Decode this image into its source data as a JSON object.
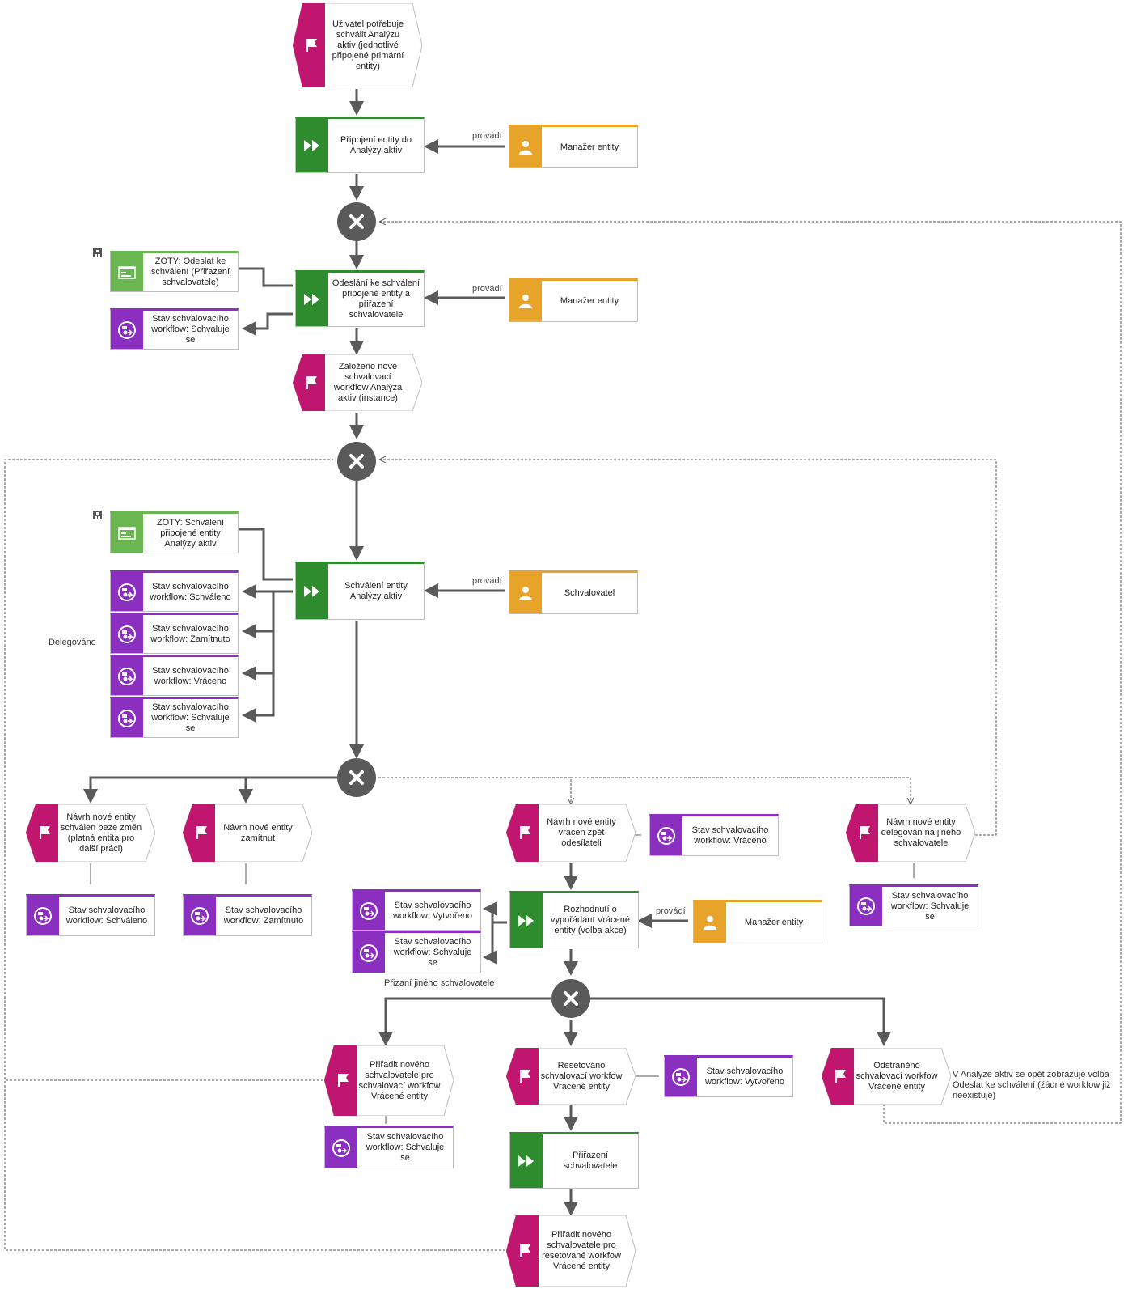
{
  "events": {
    "e1": "Uživatel potřebuje schválit Analýzu aktiv (jednotlivé připojené primární entity)",
    "e2": "Založeno nové schvalovací workflow Analýza aktiv (instance)",
    "e3": "Návrh nové entity schválen beze změn (platná entita pro další práci)",
    "e4": "Návrh nové entity zamítnut",
    "e5": "Návrh nové entity vrácen zpět odesílateli",
    "e6": "Návrh nové entity delegován na jiného schvalovatele",
    "e7": "Přiřadit nového schvalovatele pro schvalovací workfow Vrácené entity",
    "e8": "Resetováno schvalovací workfow Vrácené entity",
    "e9": "Odstraněno schvalovací workfow Vrácené entity",
    "e10": "Přiřadit nového schvalovatele pro resetované workfow Vrácené entity"
  },
  "functions": {
    "f1": "Připojení entity do Analýzy aktiv",
    "f2": "Odeslání ke schválení připojené entity a přiřazení schvalovatele",
    "f3": "Schválení entity Analýzy aktiv",
    "f4": "Rozhodnutí o vypořádání Vrácené entity (volba akce)",
    "f5": "Přiřazení schvalovatele"
  },
  "roles": {
    "r1": "Manažer entity",
    "r2": "Manažer entity",
    "r3": "Schvalovatel",
    "r4": "Manažer entity"
  },
  "screens": {
    "s1": "ZOTY: Odeslat ke schválení (Přiřazení schvalovatele)",
    "s2": "ZOTY: Schválení připojené entity Analýzy aktiv"
  },
  "states": {
    "st1": "Stav schvalovacího workflow: Schvaluje se",
    "st2": "Stav schvalovacího workflow: Schváleno",
    "st3": "Stav schvalovacího workflow: Zamítnuto",
    "st4": "Stav schvalovacího workflow: Vráceno",
    "st5": "Stav schvalovacího workflow: Schvaluje se",
    "st6": "Stav schvalovacího workflow: Schváleno",
    "st7": "Stav schvalovacího workflow: Zamítnuto",
    "st8": "Stav schvalovacího workflow: Vráceno",
    "st9": "Stav schvalovacího workflow: Schvaluje se",
    "st10": "Stav schvalovacího workflow: Vytvořeno",
    "st11": "Stav schvalovacího workflow: Schvaluje se",
    "st12": "Stav schvalovacího workflow: Schvaluje se",
    "st13": "Stav schvalovacího workflow: Vytvořeno"
  },
  "connector_labels": {
    "c1": "provádí",
    "c2": "provádí",
    "c3": "provádí",
    "c4": "provádí"
  },
  "notes": {
    "delegated": "Delegováno",
    "assign_other": "Přizaní jiného schvalovatele",
    "reappear": "V Analýze aktiv se opět zobrazuje volba Odeslat ke schválení (žádné workfow již neexistuje)"
  },
  "colors": {
    "event": "#c0166f",
    "function": "#2e8b2e",
    "role": "#e8a32a",
    "screen": "#6ab650",
    "state": "#8a2fc0",
    "xor": "#5a5a5a"
  }
}
